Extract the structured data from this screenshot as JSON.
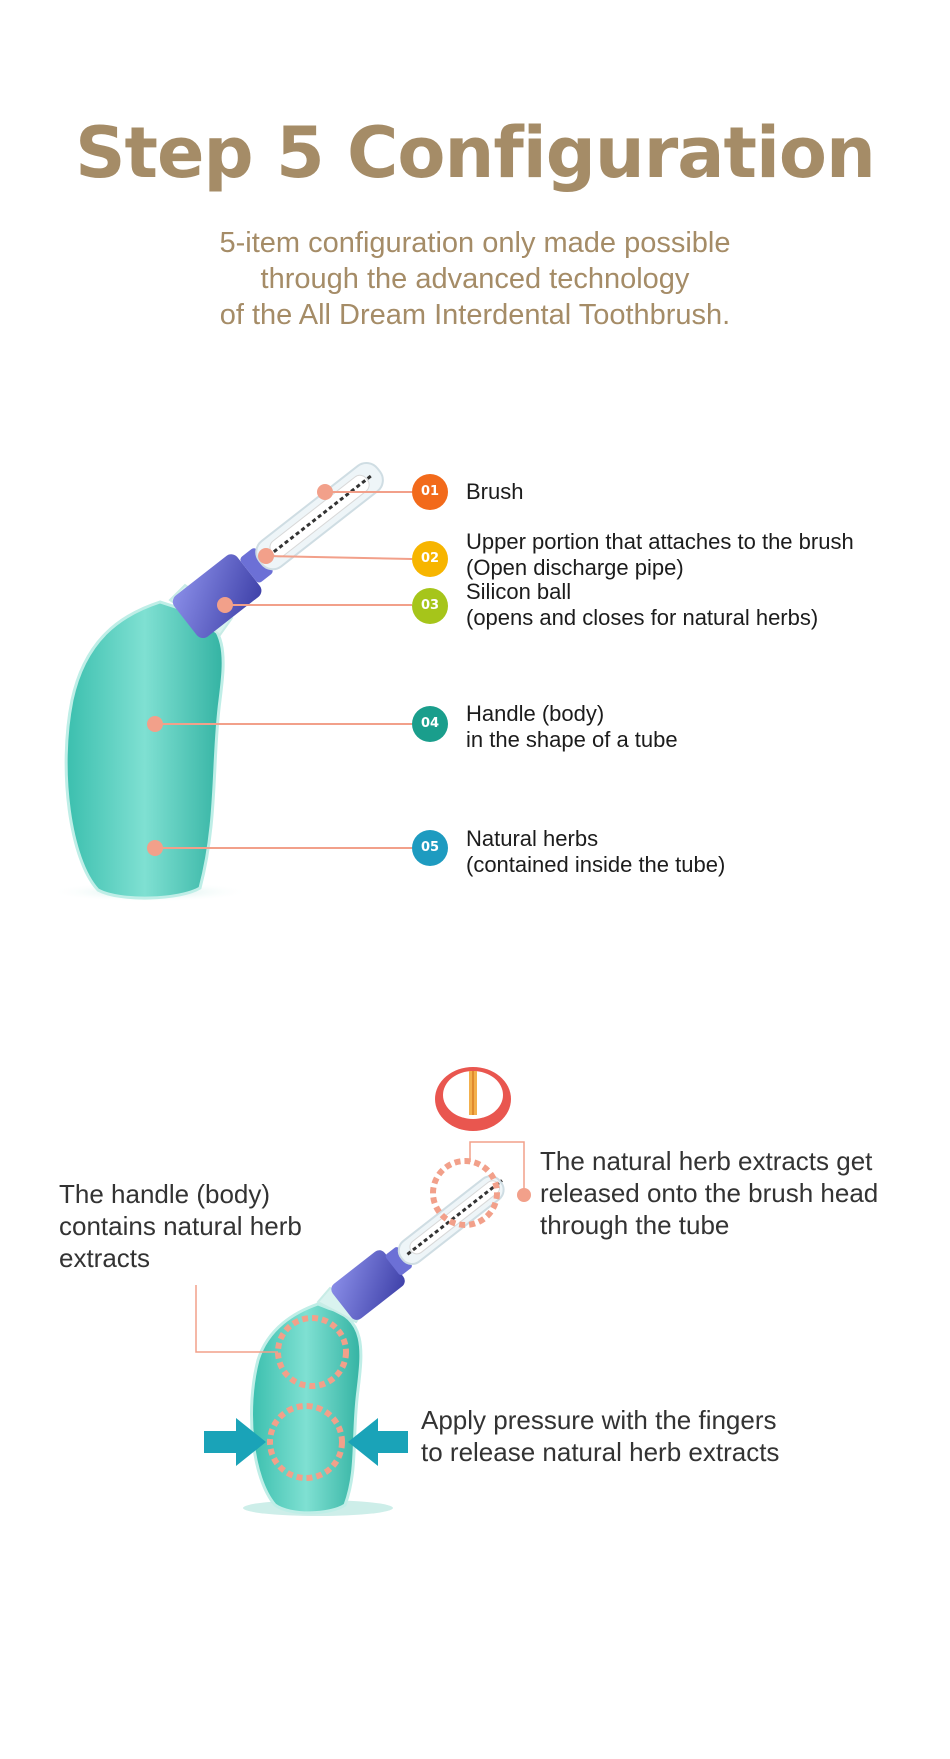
{
  "header": {
    "title": "Step 5 Configuration",
    "subtitle_lines": [
      "5-item configuration only made possible",
      "through the advanced technology",
      "of the All Dream Interdental Toothbrush."
    ]
  },
  "parts": [
    {
      "number": "01",
      "lines": [
        "Brush"
      ],
      "color": "#f26a1b"
    },
    {
      "number": "02",
      "lines": [
        "Upper portion that attaches to the brush",
        "(Open discharge pipe)"
      ],
      "color": "#f7b500"
    },
    {
      "number": "03",
      "lines": [
        "Silicon ball",
        "(opens and closes for natural herbs)"
      ],
      "color": "#a6c51a"
    },
    {
      "number": "04",
      "lines": [
        "Handle (body)",
        "in the shape of a tube"
      ],
      "color": "#1a9e8c"
    },
    {
      "number": "05",
      "lines": [
        "Natural herbs",
        "(contained inside the tube)"
      ],
      "color": "#1e9bc0"
    }
  ],
  "usage": {
    "handle_note": [
      "The handle (body)",
      "contains natural herb",
      "extracts"
    ],
    "release_note": [
      "The natural herb extracts get",
      "released onto the brush head",
      "through the tube"
    ],
    "pressure_note": [
      "Apply pressure with the fingers",
      "to release natural herb extracts"
    ]
  },
  "colors": {
    "title": "#a58c67",
    "leader_line": "#f2a08a",
    "handle_fill": "#5fcfc0",
    "cap_fill": "#5a5ec8",
    "press_arrow": "#1aa3b8"
  }
}
